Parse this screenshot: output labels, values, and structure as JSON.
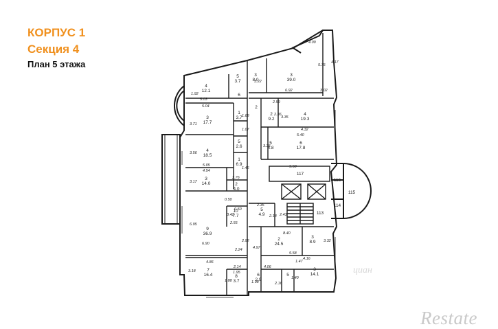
{
  "title": {
    "building": "КОРПУС 1",
    "section": "Секция 4",
    "floor_plan": "План 5 этажа"
  },
  "watermark": {
    "brand": "Restate",
    "faint": "циан"
  },
  "colors": {
    "title_accent": "#f0901e",
    "subtitle": "#111111",
    "line": "#1a1a1a",
    "watermark": "#c9c9c9"
  },
  "rooms": [
    {
      "number": "4",
      "area": "12.1"
    },
    {
      "number": "5",
      "area": "3.7"
    },
    {
      "number": "6",
      "area": ""
    },
    {
      "number": "3",
      "area": "8.0"
    },
    {
      "number": "3",
      "area": "39.0"
    },
    {
      "number": "3",
      "area": "17.7"
    },
    {
      "number": "1",
      "area": "3.7"
    },
    {
      "number": "2",
      "area": ""
    },
    {
      "number": "2",
      "area": "9.2"
    },
    {
      "number": "4",
      "area": "19.3"
    },
    {
      "number": "4",
      "area": "18.5"
    },
    {
      "number": "5",
      "area": "2.6"
    },
    {
      "number": "1",
      "area": "6.9"
    },
    {
      "number": "5",
      "area": "4.8"
    },
    {
      "number": "6",
      "area": "17.8"
    },
    {
      "number": "3",
      "area": "14.0"
    },
    {
      "number": "2",
      "area": "4.0"
    },
    {
      "number": "10",
      "area": "7.7"
    },
    {
      "number": "5",
      "area": "4.9"
    },
    {
      "number": "9",
      "area": "36.9"
    },
    {
      "number": "2",
      "area": "24.5"
    },
    {
      "number": "3",
      "area": "8.9"
    },
    {
      "number": "7",
      "area": "16.4"
    },
    {
      "number": "8",
      "area": "3.7"
    },
    {
      "number": "6",
      "area": "2.9"
    },
    {
      "number": "5",
      "area": ""
    },
    {
      "number": "3",
      "area": "14.1"
    }
  ],
  "common_areas": [
    "117",
    "116",
    "115",
    "114",
    "113"
  ],
  "dimensions": [
    "5.03",
    "5.04",
    "6.92",
    "3.02",
    "2.59",
    "4.32",
    "5.40",
    "5.50",
    "5.05",
    "4.54",
    "2.76",
    "2.35",
    "2.55",
    "8.40",
    "6.90",
    "2.24",
    "5.58",
    "4.16",
    "4.86",
    "2.14",
    "1.95",
    "4.06",
    "2.16",
    "0.50",
    "4.09",
    "5.75",
    "4.17",
    "1.92",
    "3.71",
    "3.56",
    "3.17",
    "6.95",
    "3.42",
    "3.22",
    "3.25",
    "3.35",
    "2.43",
    "2.18",
    "3.32",
    "4.97",
    "2.92",
    "3.18",
    "1.88",
    "1.98",
    "1.40",
    "1.47",
    "1.68",
    "0.50",
    "1.07",
    "1.46",
    "2.36"
  ]
}
